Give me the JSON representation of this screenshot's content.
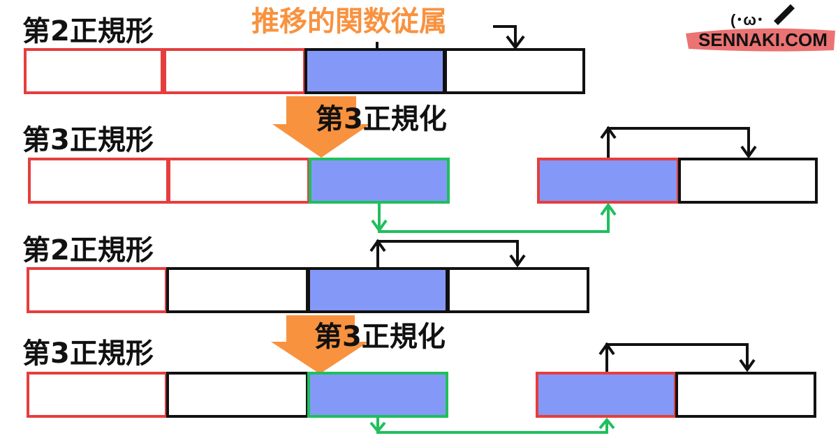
{
  "brand": {
    "text": "SENNAKI.COM",
    "face": "(･ω･",
    "highlight": "#e85a5a"
  },
  "colors": {
    "red": "#e53e3e",
    "black": "#111111",
    "blue_fill": "#8499f7",
    "green": "#1fbf5c",
    "orange": "#f8923f",
    "orange_text": "#f8923f"
  },
  "annotation": {
    "transitive": "推移的関数従属"
  },
  "sections": [
    {
      "label": "第2正規形"
    },
    {
      "label": "第3正規形"
    },
    {
      "label": "第2正規形"
    },
    {
      "label": "第3正規形"
    }
  ],
  "steps": [
    {
      "label": "第3正規化"
    },
    {
      "label": "第3正規化"
    }
  ]
}
